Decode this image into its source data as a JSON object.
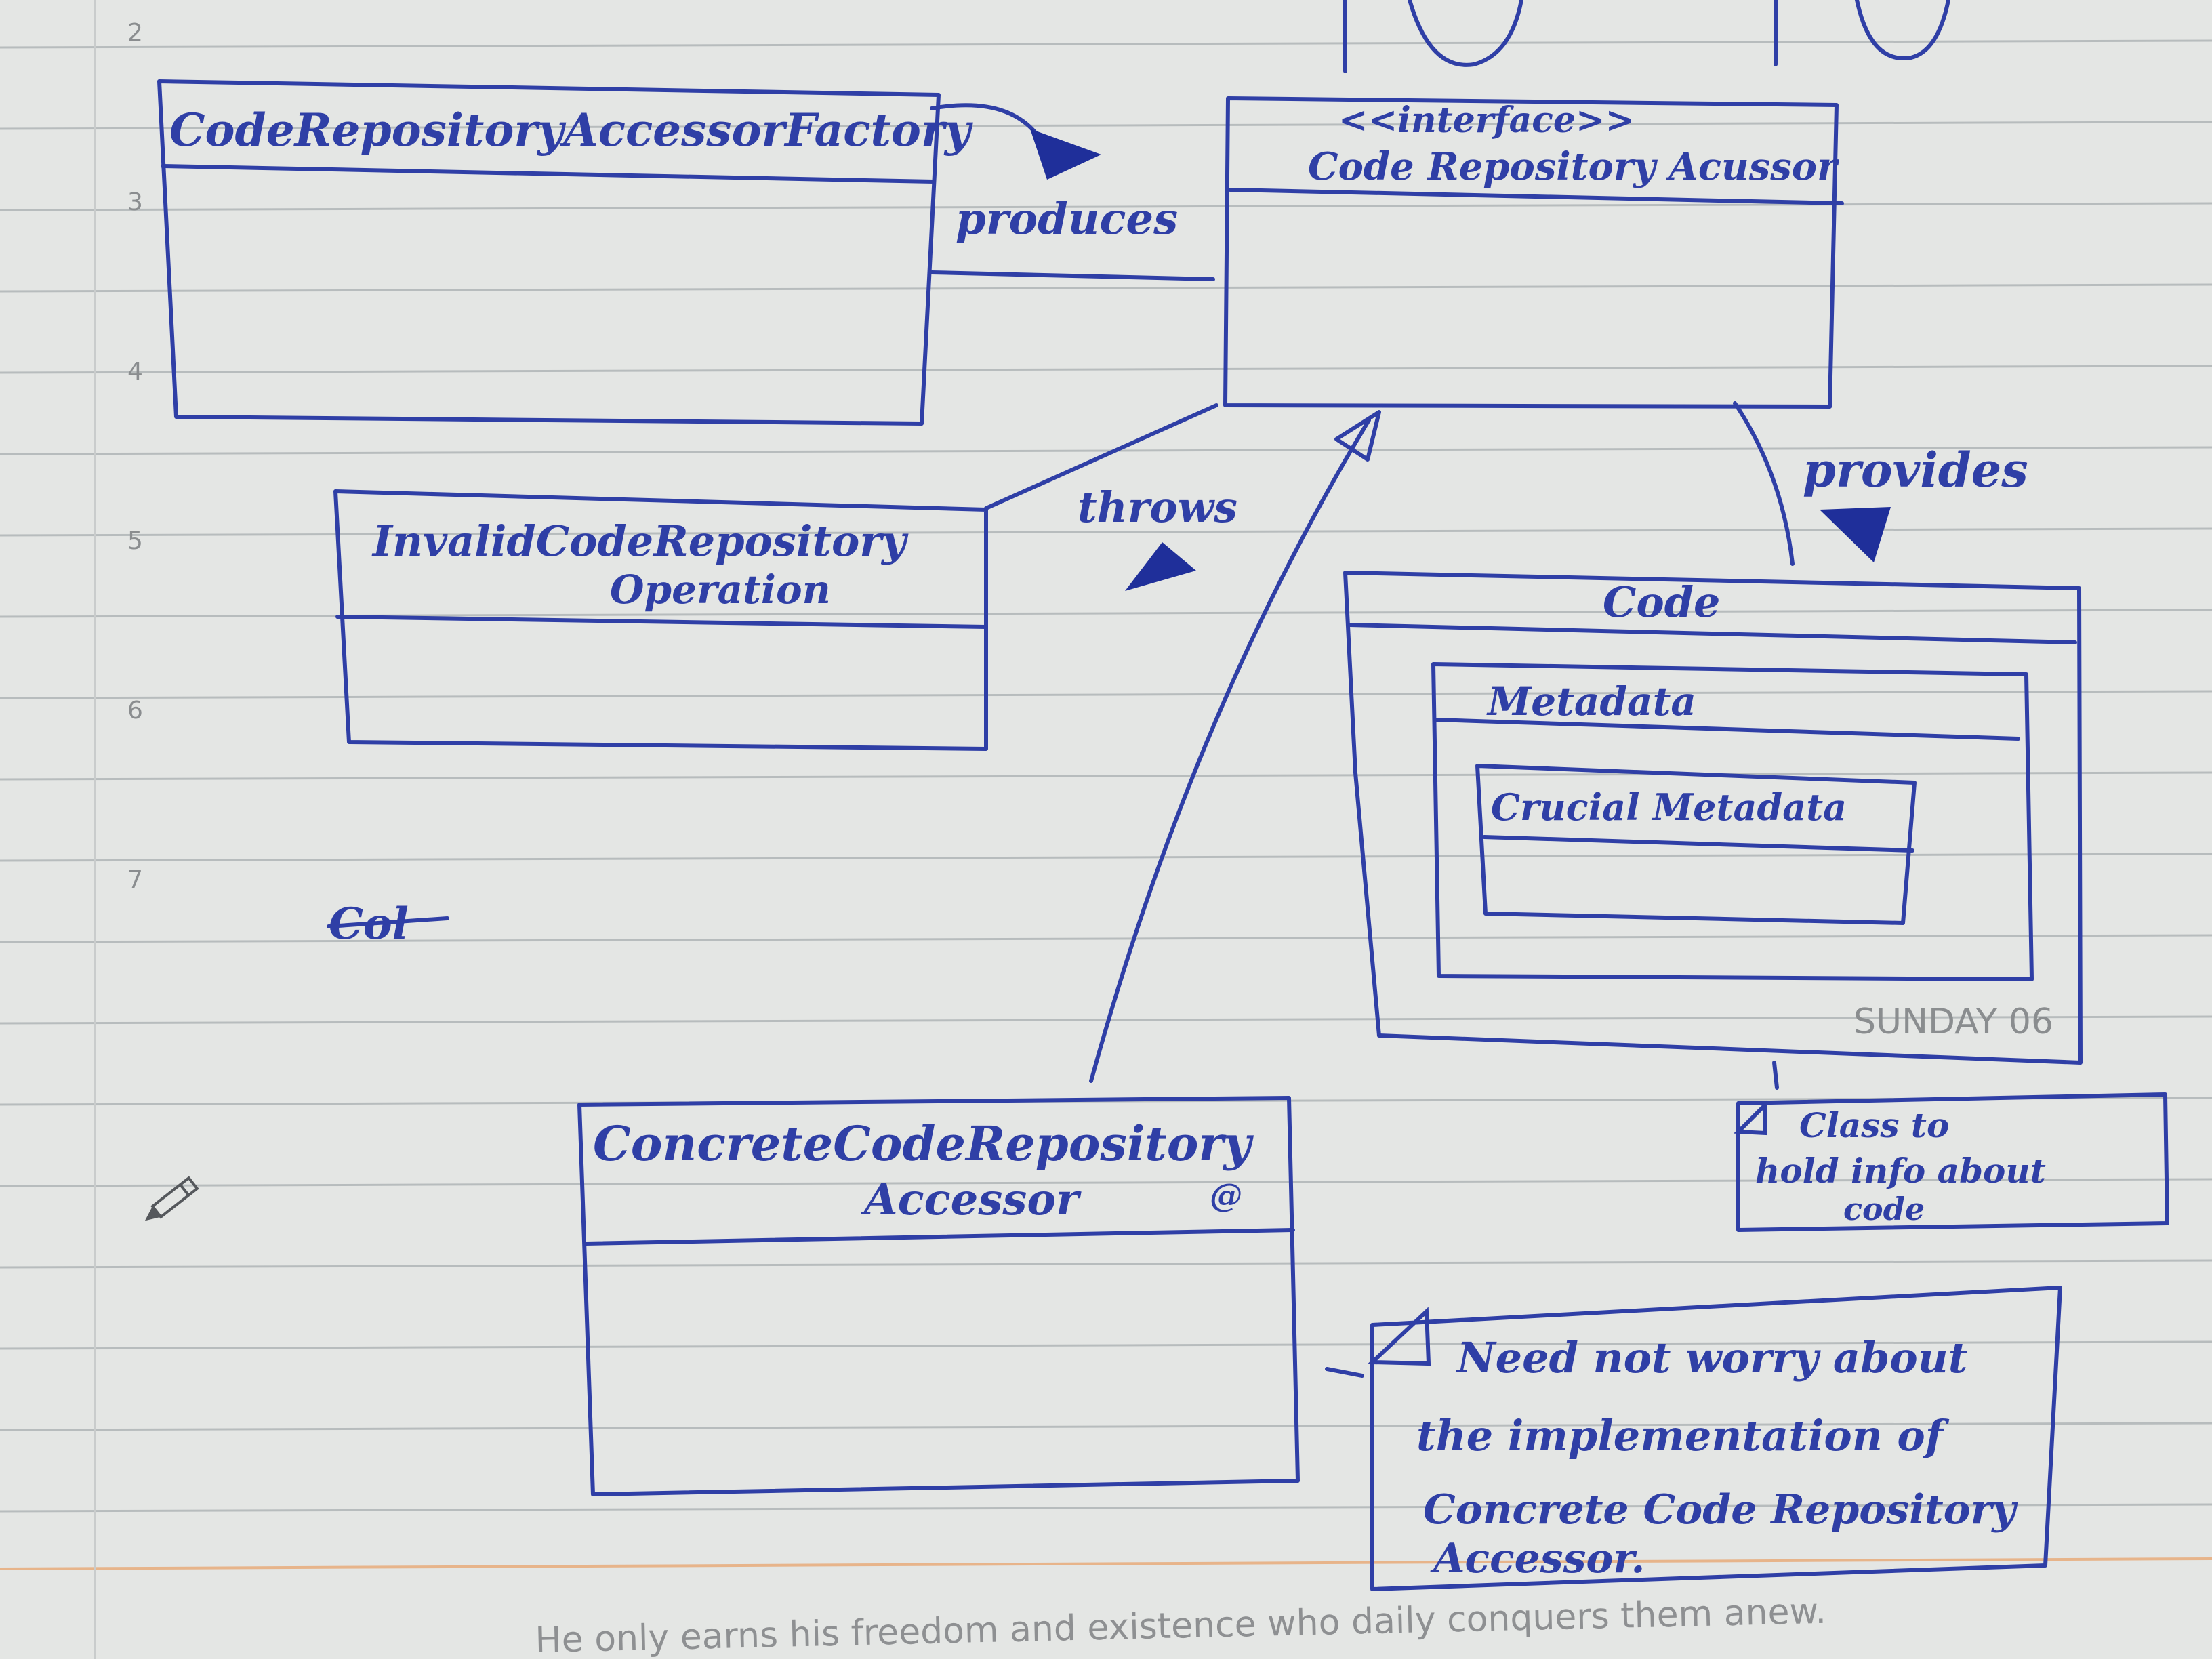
{
  "page_numbers": [
    "2",
    "3",
    "4",
    "5",
    "6",
    "7"
  ],
  "day_label": "SUNDAY 06",
  "quote": "He only earns his freedom and existence who daily conquers them anew.",
  "classes": {
    "factory": "CodeRepositoryAccessorFactory",
    "interface_stereotype": "<<interface>>",
    "interface_name": "Code Repository Acussor",
    "exception_line1": "InvalidCodeRepository",
    "exception_line2": "Operation",
    "code": "Code",
    "metadata": "Metadata",
    "crucial_metadata": "Crucial Metadata",
    "concrete_line1": "ConcreteCodeRepository",
    "concrete_line2": "Accessor",
    "concrete_marker": "@"
  },
  "relations": {
    "produces": "produces",
    "throws": "throws",
    "provides": "provides"
  },
  "notes": {
    "code_note": [
      "Class to",
      "hold info about",
      "code"
    ],
    "impl_note": [
      "Need not worry about",
      "the implementation of",
      "Concrete Code Repository",
      "Accessor."
    ]
  },
  "scribble": "Col",
  "icons": [
    "pencil-icon"
  ],
  "colors": {
    "ink": "#2f3fa6",
    "paper": "#e4e6e4",
    "rule": "#b7bcbd"
  }
}
